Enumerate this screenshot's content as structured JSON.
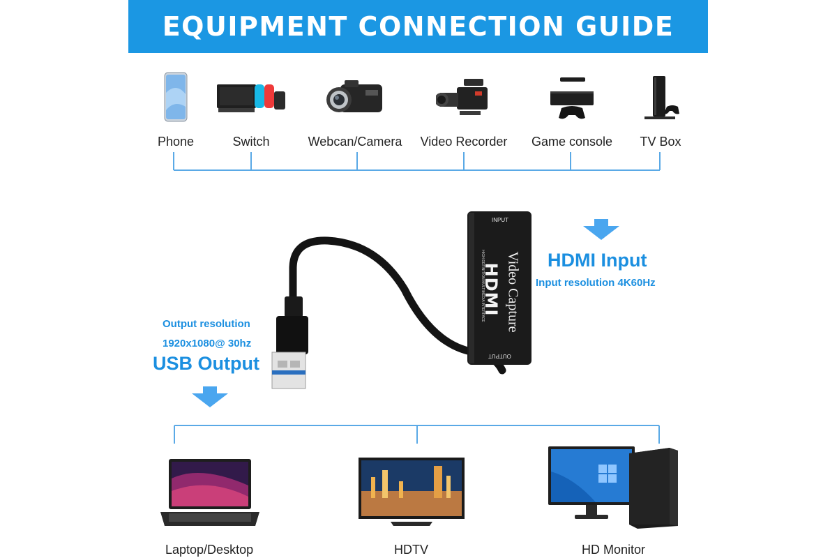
{
  "banner": {
    "title": "EQUIPMENT CONNECTION GUIDE"
  },
  "sources": [
    {
      "label": "Phone",
      "icon": "phone-icon"
    },
    {
      "label": "Switch",
      "icon": "game-switch-icon"
    },
    {
      "label": "Webcan/Camera",
      "icon": "camcorder-icon"
    },
    {
      "label": "Video Recorder",
      "icon": "cinema-camera-icon"
    },
    {
      "label": "Game console",
      "icon": "game-console-icon"
    },
    {
      "label": "TV Box",
      "icon": "tv-box-icon"
    }
  ],
  "device": {
    "input_port": "INPUT",
    "output_port": "OUTPUT",
    "brand": "HDMI",
    "name": "Video Capture",
    "fine_print": "HIGH-DEFINITION MULTIMEDIA INTERFACE"
  },
  "usb_output": {
    "resolution_label": "Output resolution",
    "resolution_value": "1920x1080@ 30hz",
    "title": "USB Output"
  },
  "hdmi_input": {
    "title": "HDMI Input",
    "resolution": "Input resolution 4K60Hz"
  },
  "targets": [
    {
      "label": "Laptop/Desktop",
      "icon": "laptop-icon"
    },
    {
      "label": "HDTV",
      "icon": "tv-icon"
    },
    {
      "label": "HD Monitor",
      "icon": "desktop-monitor-icon"
    }
  ],
  "colors": {
    "accent": "#1b97e3",
    "accent_text": "#1b8fe0",
    "line": "#5aa9e6"
  }
}
